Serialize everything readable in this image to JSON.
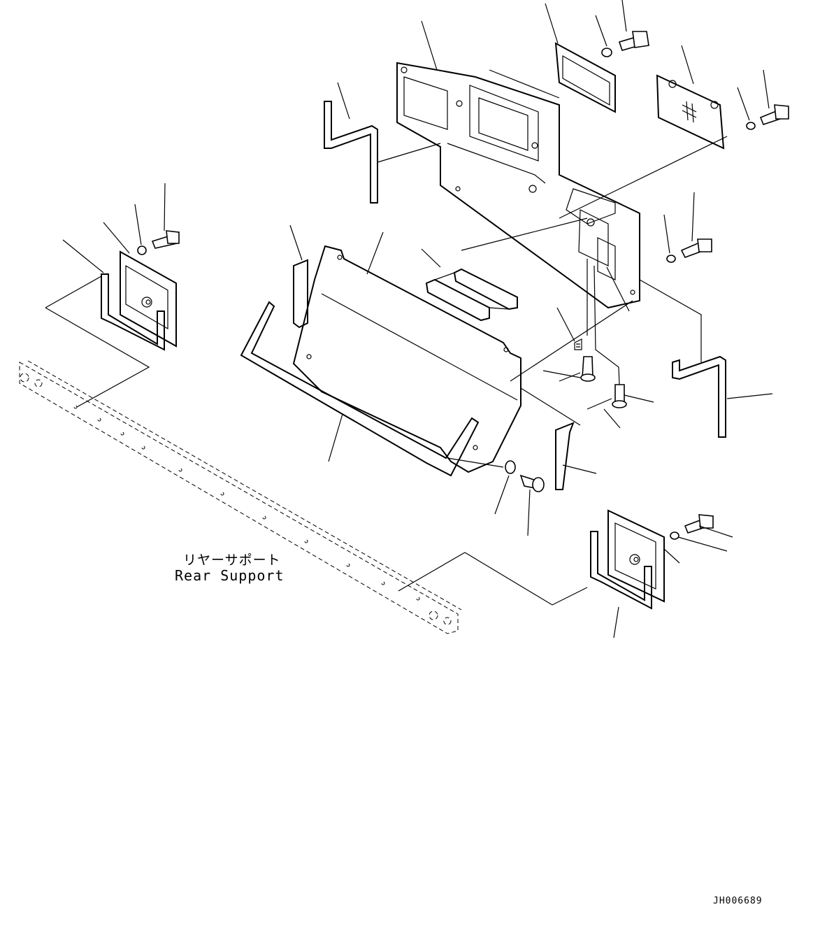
{
  "annotations": {
    "rear_support_jp": "リヤーサポート",
    "rear_support_en": "Rear Support"
  },
  "drawing_id": "JH006689"
}
